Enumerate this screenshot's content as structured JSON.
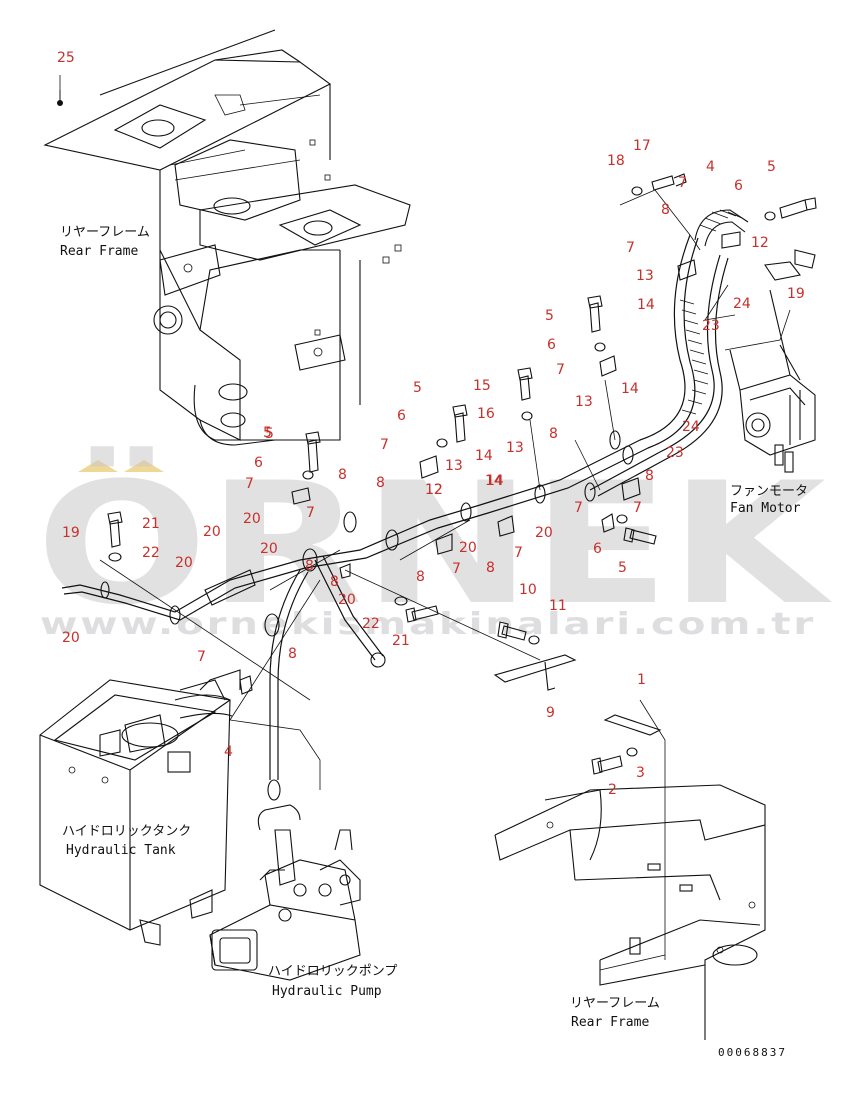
{
  "watermark": {
    "brand": "ÖRNEK",
    "url": "www.ornekismakinalari.com.tr",
    "accent_color": "#e8c76a"
  },
  "document_number": "00068837",
  "captions": {
    "rear_frame_top": {
      "jp": "リヤーフレーム",
      "en": "Rear Frame"
    },
    "fan_motor": {
      "jp": "ファンモータ",
      "en": "Fan Motor"
    },
    "hydraulic_tank": {
      "jp": "ハイドロリックタンク",
      "en": "Hydraulic Tank"
    },
    "hydraulic_pump": {
      "jp": "ハイドロリックポンプ",
      "en": "Hydraulic Pump"
    },
    "rear_frame_bottom": {
      "jp": "リヤーフレーム",
      "en": "Rear Frame"
    }
  },
  "callouts": [
    "25",
    "17",
    "18",
    "7",
    "4",
    "5",
    "6",
    "8",
    "12",
    "7",
    "13",
    "24",
    "19",
    "14",
    "23",
    "5",
    "6",
    "7",
    "15",
    "16",
    "13",
    "14",
    "5",
    "6",
    "7",
    "13",
    "12",
    "8",
    "14",
    "8",
    "13",
    "14",
    "24",
    "23",
    "8",
    "7",
    "8",
    "6",
    "7",
    "5",
    "21",
    "22",
    "20",
    "20",
    "7",
    "7",
    "20",
    "20",
    "12",
    "8",
    "7",
    "20",
    "8",
    "14",
    "7",
    "8",
    "8",
    "6",
    "5",
    "19",
    "20",
    "20",
    "8",
    "22",
    "21",
    "10",
    "11",
    "20",
    "7",
    "4",
    "9",
    "1",
    "3",
    "2",
    "5"
  ],
  "colors": {
    "callout": "#c8302c",
    "line": "#111111"
  }
}
